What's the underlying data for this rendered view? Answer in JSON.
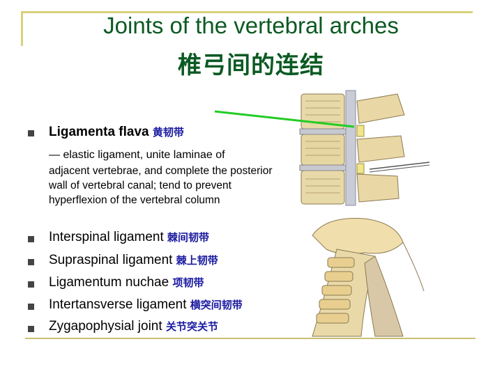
{
  "slide": {
    "title": "Joints of the vertebral arches",
    "title_zh": "椎弓间的连结"
  },
  "items": [
    {
      "en": "Ligamenta flava",
      "zh": "黄韧带"
    },
    {
      "en": "Interspinal ligament",
      "zh": "棘间韧带"
    },
    {
      "en": "Supraspinal ligament",
      "zh": "棘上韧带"
    },
    {
      "en": "Ligamentum nuchae",
      "zh": "项韧带"
    },
    {
      "en": "Intertansverse ligament",
      "zh": "横突间韧带"
    },
    {
      "en": "Zygapophysial joint",
      "zh": "关节突关节"
    }
  ],
  "description": {
    "line1": "— elastic ligament, unite laminae of",
    "rest": "adjacent vertebrae, and complete the posterior wall of vertebral canal; tend to prevent hyperflexion of the vertebral column"
  },
  "colors": {
    "title": "#0b5a23",
    "chinese_text": "#1a1aa0",
    "frame": "#d8d27a",
    "pointer_line": "#22cc22"
  }
}
